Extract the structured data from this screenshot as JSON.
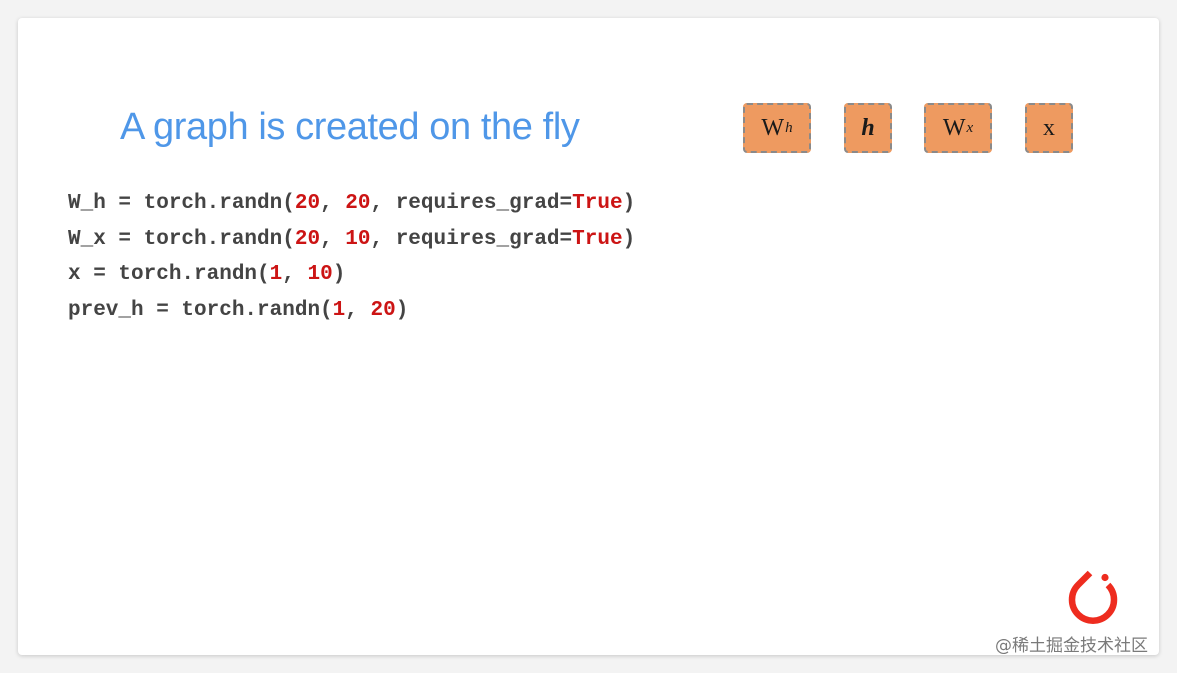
{
  "slide": {
    "title": "A graph is created on the fly"
  },
  "nodes": [
    {
      "name": "W",
      "sub": "h"
    },
    {
      "name": "h"
    },
    {
      "name": "W",
      "sub": "x"
    },
    {
      "name": "x"
    }
  ],
  "code": {
    "line1": {
      "a": "W_h = torch.randn(",
      "n1": "20",
      "b": ", ",
      "n2": "20",
      "c": ", requires_grad=",
      "kw": "True",
      "d": ")"
    },
    "line2": {
      "a": "W_x = torch.randn(",
      "n1": "20",
      "b": ", ",
      "n2": "10",
      "c": ", requires_grad=",
      "kw": "True",
      "d": ")"
    },
    "line3": {
      "a": "x = torch.randn(",
      "n1": "1",
      "b": ", ",
      "n2": "10",
      "c": ")"
    },
    "line4": {
      "a": "prev_h = torch.randn(",
      "n1": "1",
      "b": ", ",
      "n2": "20",
      "c": ")"
    }
  },
  "colors": {
    "title": "#4f97e8",
    "node_fill": "#ee9a60",
    "code_text": "#444444",
    "code_literal": "#cc1414",
    "logo": "#ee2c1f"
  },
  "logo": {
    "icon": "pytorch-logo-icon"
  },
  "watermark": "@稀土掘金技术社区"
}
